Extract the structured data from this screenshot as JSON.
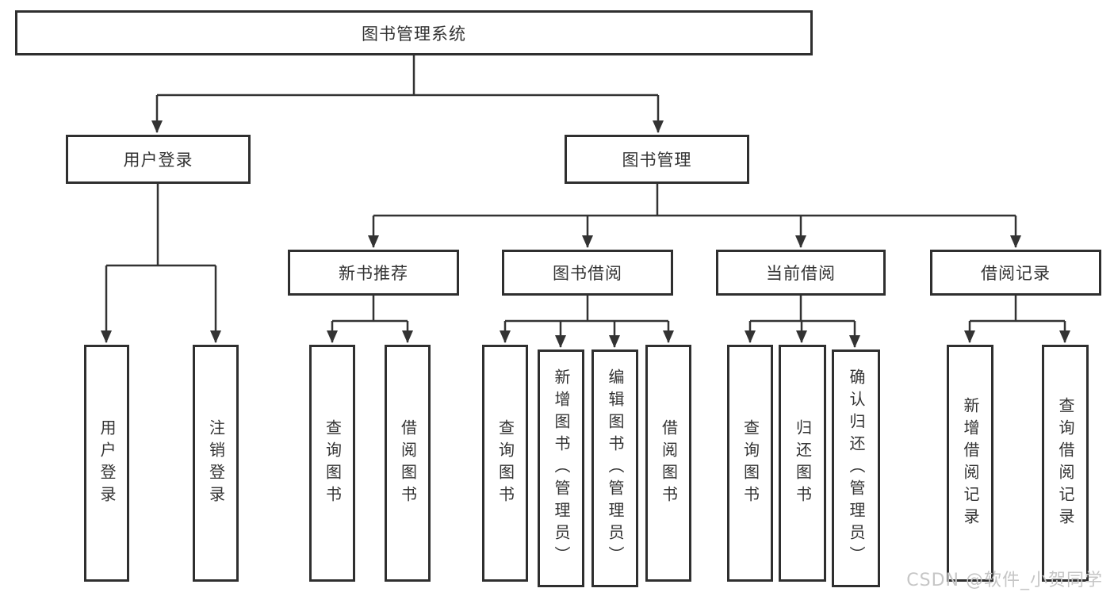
{
  "diagram_title": "图书管理系统",
  "colors": {
    "line": "#333333",
    "box_border": "#2f2f2f",
    "text": "#333333",
    "background": "#ffffff",
    "watermark": "#c6c6c6"
  },
  "nodes": {
    "root": {
      "label": "图书管理系统"
    },
    "user_login": {
      "label": "用户登录"
    },
    "book_mgmt": {
      "label": "图书管理"
    },
    "new_book_rec": {
      "label": "新书推荐"
    },
    "book_borrow": {
      "label": "图书借阅"
    },
    "current_borrow": {
      "label": "当前借阅"
    },
    "borrow_record": {
      "label": "借阅记录"
    },
    "user_login_children": [
      {
        "label": "用户登录"
      },
      {
        "label": "注销登录"
      }
    ],
    "new_book_rec_children": [
      {
        "label": "查询图书"
      },
      {
        "label": "借阅图书"
      }
    ],
    "book_borrow_children": [
      {
        "label": "查询图书"
      },
      {
        "label": "新增图书（管理员）"
      },
      {
        "label": "编辑图书（管理员）"
      },
      {
        "label": "借阅图书"
      }
    ],
    "current_borrow_children": [
      {
        "label": "查询图书"
      },
      {
        "label": "归还图书"
      },
      {
        "label": "确认归还（管理员）"
      }
    ],
    "borrow_record_children": [
      {
        "label": "新增借阅记录"
      },
      {
        "label": "查询借阅记录"
      }
    ]
  },
  "watermark": {
    "text": "CSDN @软件_小贺同学"
  }
}
